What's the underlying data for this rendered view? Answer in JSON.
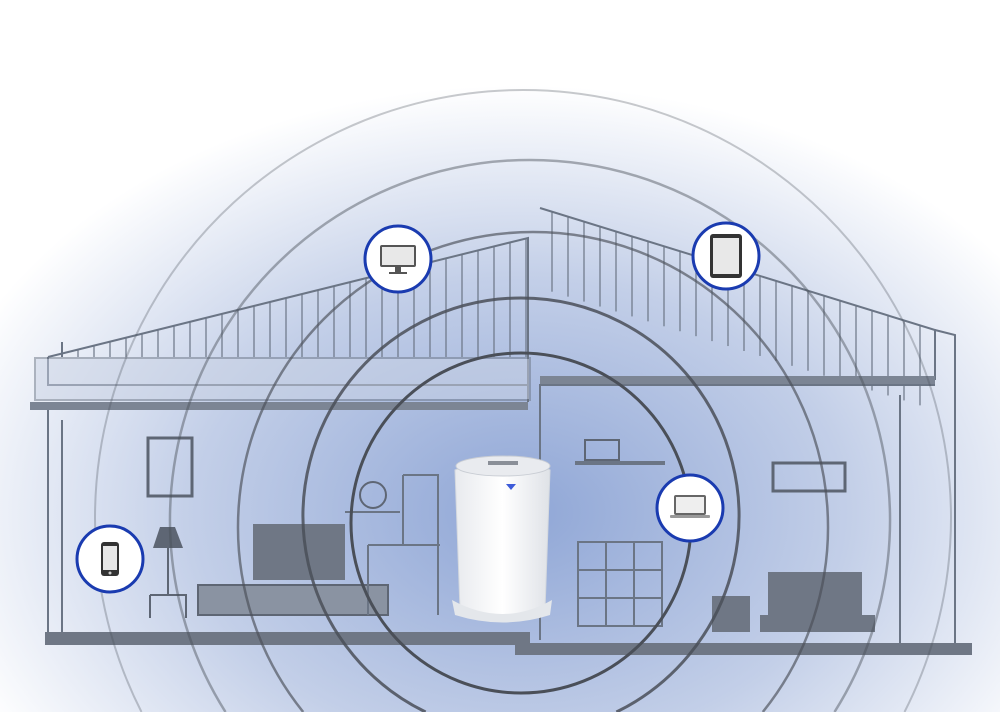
{
  "colors": {
    "background_glow": "#9fb4da",
    "house_lines": "#6b7585",
    "wifi_rings": "#4a4f58",
    "device_badge_border": "#1a3bb0",
    "router_body": "#f4f5f7",
    "router_led": "#3d5bd9"
  },
  "devices": [
    {
      "name": "desktop-monitor",
      "icon": "monitor-icon"
    },
    {
      "name": "tablet",
      "icon": "tablet-icon"
    },
    {
      "name": "laptop",
      "icon": "laptop-icon"
    },
    {
      "name": "smartphone",
      "icon": "phone-icon"
    }
  ],
  "wifi_ring_count": 5
}
